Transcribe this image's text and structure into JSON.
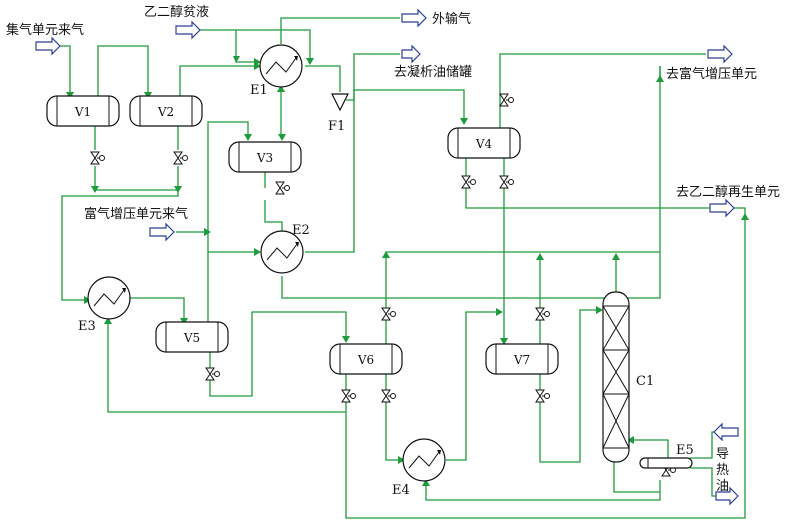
{
  "labels": {
    "gathering_gas": "集气单元来气",
    "glycol_lean": "乙二醇贫液",
    "export_gas": "外输气",
    "condensate_tank": "去凝析油储罐",
    "rich_gas_out": "去富气增压单元",
    "rich_gas_in": "富气增压单元来气",
    "glycol_regen": "去乙二醇再生单元",
    "heat_oil_1": "导",
    "heat_oil_2": "热",
    "heat_oil_3": "油"
  },
  "equipment": {
    "v1": "V1",
    "v2": "V2",
    "v3": "V3",
    "v4": "V4",
    "v5": "V5",
    "v6": "V6",
    "v7": "V7",
    "e1": "E1",
    "e2": "E2",
    "e3": "E3",
    "e4": "E4",
    "e5": "E5",
    "f1": "F1",
    "c1": "C1"
  },
  "colors": {
    "pipe": "#1e9b3a",
    "stream_arrow": "#2c3f9c",
    "equipment": "#111111"
  }
}
